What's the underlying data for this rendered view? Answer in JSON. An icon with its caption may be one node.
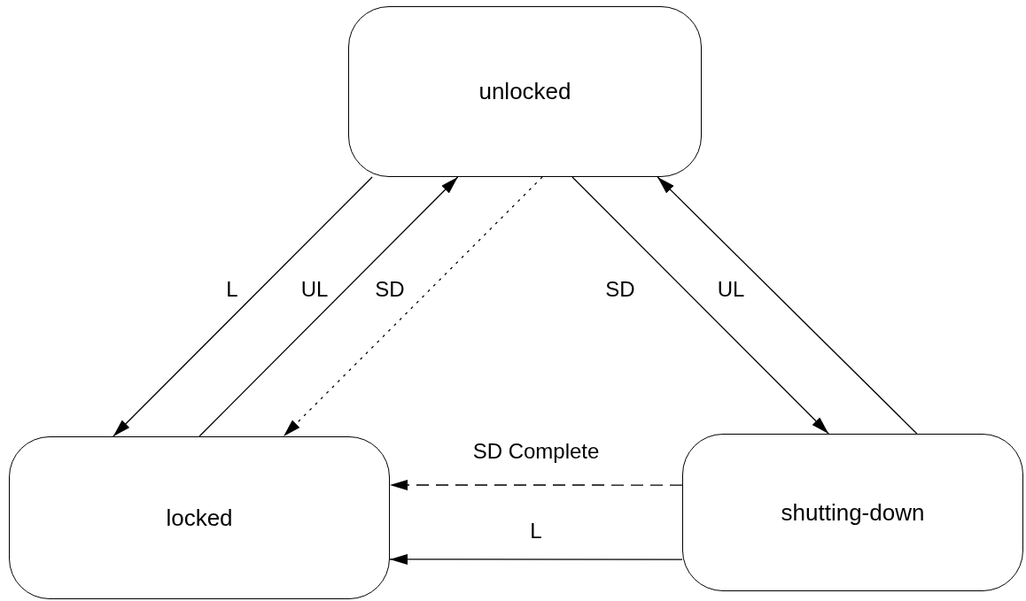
{
  "diagram": {
    "nodes": [
      {
        "text": [
          "unlocked"
        ]
      },
      {
        "text": [
          "locked"
        ]
      },
      {
        "text": [
          "shutting-down"
        ]
      }
    ],
    "edges": [
      {
        "from": 0,
        "to": 1,
        "arrow": "to",
        "label": "L"
      },
      {
        "from": 1,
        "to": 0,
        "arrow": "to",
        "label": "UL"
      },
      {
        "from": 0,
        "to": 1,
        "arrow": "to",
        "label": "SD",
        "style": "dashed"
      },
      {
        "from": 0,
        "to": 2,
        "arrow": "to",
        "label": "SD"
      },
      {
        "from": 2,
        "to": 0,
        "arrow": "to",
        "label": "UL"
      },
      {
        "from": 2,
        "to": 1,
        "arrow": "to",
        "label": "SD Complete",
        "style": "dashed"
      },
      {
        "from": 2,
        "to": 1,
        "arrow": "to",
        "label": "L"
      }
    ]
  }
}
